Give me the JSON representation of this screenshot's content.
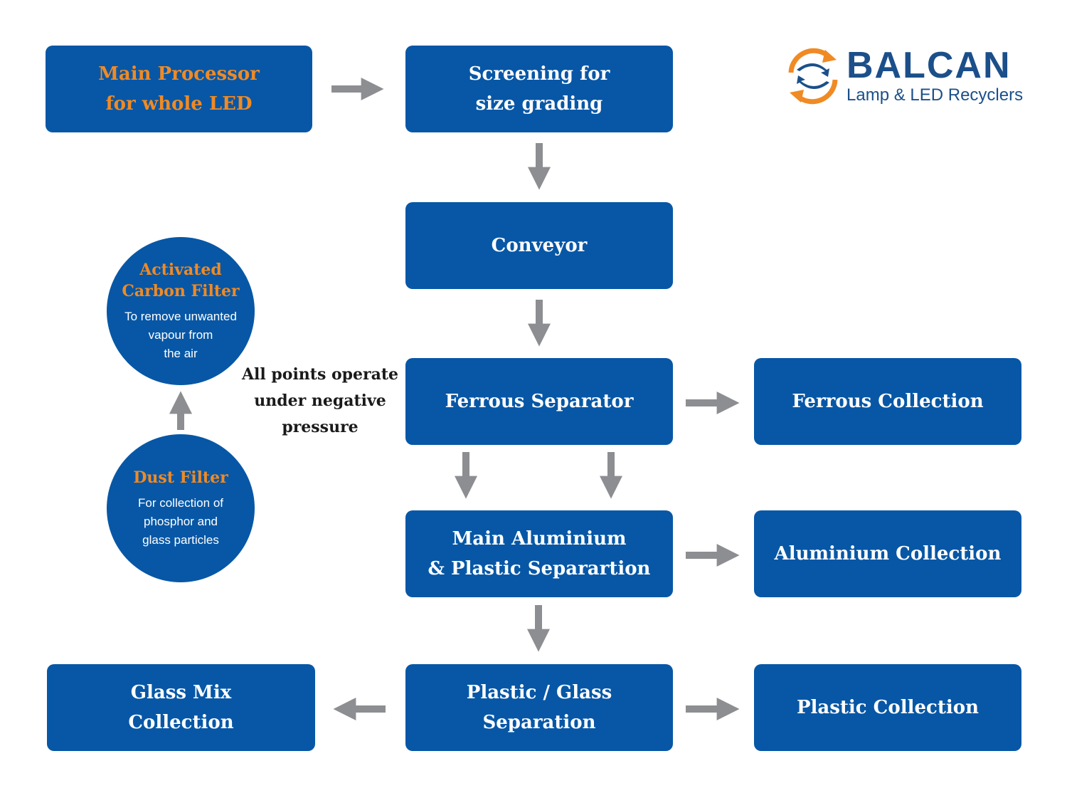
{
  "colors": {
    "box_fill": "#0757a6",
    "accent_orange": "#f08a24",
    "arrow_gray": "#8c8e91",
    "logo_blue": "#1b4f8a"
  },
  "logo": {
    "name": "BALCAN",
    "tagline": "Lamp & LED Recyclers"
  },
  "nodes": {
    "main_processor": "Main Processor\nfor whole LED",
    "screening": "Screening for\nsize grading",
    "conveyor": "Conveyor",
    "ferrous_separator": "Ferrous Separator",
    "ferrous_collection": "Ferrous Collection",
    "aluminium_separation": "Main Aluminium\n& Plastic Separartion",
    "aluminium_collection": "Aluminium Collection",
    "plastic_glass_separation": "Plastic / Glass\nSeparation",
    "plastic_collection": "Plastic Collection",
    "glass_mix_collection": "Glass Mix\nCollection"
  },
  "filters": {
    "carbon": {
      "title": "Activated\nCarbon Filter",
      "desc": "To remove unwanted\nvapour from\nthe air"
    },
    "dust": {
      "title": "Dust Filter",
      "desc": "For collection of\nphosphor and\nglass particles"
    }
  },
  "note": "All points operate\nunder negative\npressure"
}
